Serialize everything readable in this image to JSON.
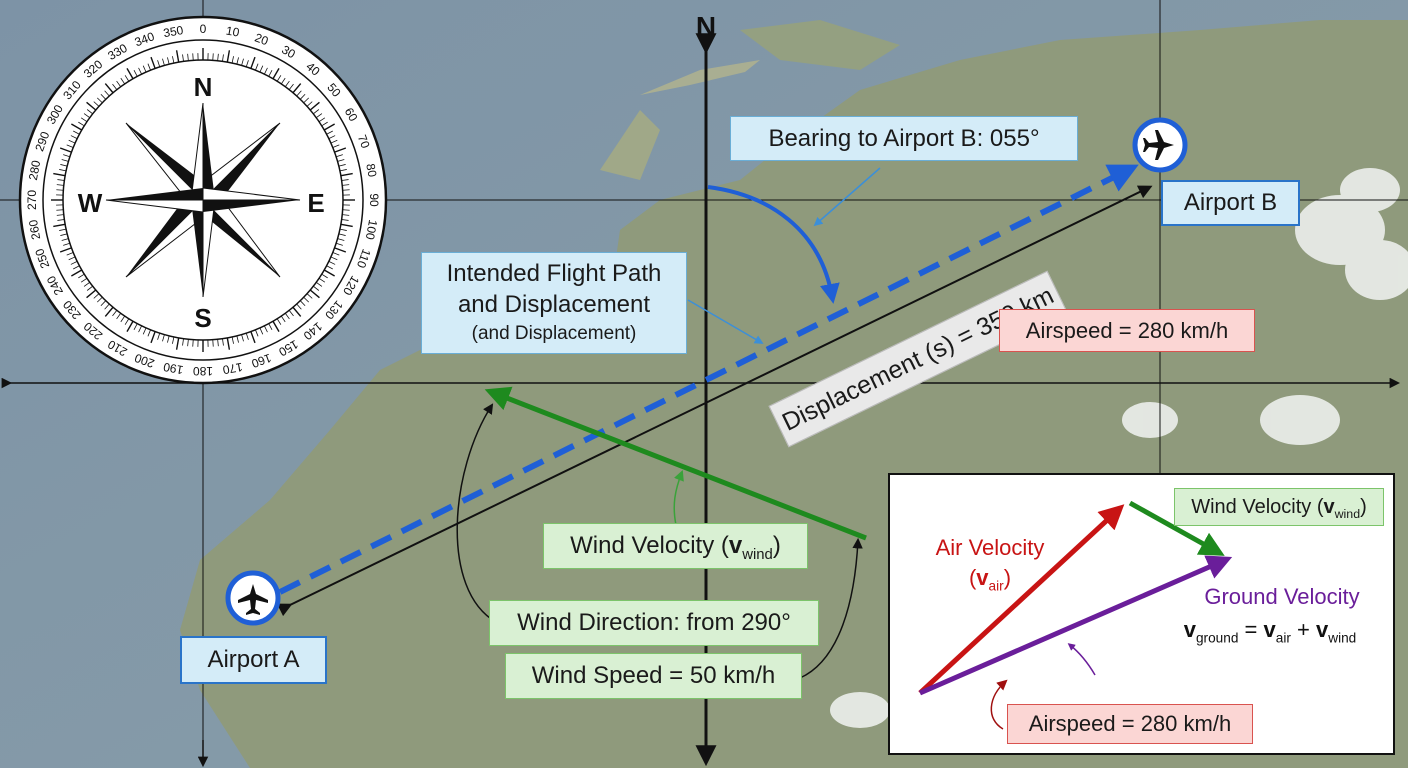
{
  "north_label": "N",
  "compass": {
    "cardinals": {
      "n": "N",
      "e": "E",
      "s": "S",
      "w": "W"
    },
    "degree_marks": [
      "0",
      "10",
      "20",
      "30",
      "40",
      "50",
      "60",
      "70",
      "80",
      "90",
      "100",
      "110",
      "120",
      "130",
      "140",
      "150",
      "160",
      "170",
      "180",
      "190",
      "200",
      "210",
      "220",
      "230",
      "240",
      "250",
      "260",
      "270",
      "280",
      "290",
      "300",
      "310",
      "320",
      "330",
      "340",
      "350"
    ]
  },
  "airports": {
    "a": {
      "label": "Airport A"
    },
    "b": {
      "label": "Airport B"
    }
  },
  "labels": {
    "bearing": "Bearing to Airport B: 055°",
    "intended_line1": "Intended Flight Path",
    "intended_line2": "and Displacement",
    "intended_line3": "(and Displacement)",
    "displacement": "Displacement (s) = 350 km",
    "airspeed_main": "Airspeed = 280 km/h",
    "wind_velocity_prefix": "Wind Velocity (",
    "wind_velocity_v": "v",
    "wind_velocity_sub": "wind",
    "wind_velocity_suffix": ")",
    "wind_direction": "Wind Direction: from 290°",
    "wind_speed": "Wind Speed = 50 km/h"
  },
  "inset": {
    "wind_prefix": "Wind Velocity (",
    "wind_v": "v",
    "wind_sub": "wind",
    "wind_suffix": ")",
    "air_line1": "Air Velocity",
    "air_open": "(",
    "air_v": "v",
    "air_sub": "air",
    "air_close": ")",
    "ground_label": "Ground Velocity",
    "eq_v1": "v",
    "eq_s1": "ground",
    "eq_eq": " = ",
    "eq_v2": "v",
    "eq_s2": "air",
    "eq_plus": " + ",
    "eq_v3": "v",
    "eq_s3": "wind",
    "airspeed": "Airspeed = 280 km/h"
  },
  "colors": {
    "flight_path": "#1f5fd6",
    "wind": "#1e8a1e",
    "air_velocity": "#c81414",
    "ground_velocity": "#6a1e9a",
    "airport_ring": "#1f5fd6"
  }
}
